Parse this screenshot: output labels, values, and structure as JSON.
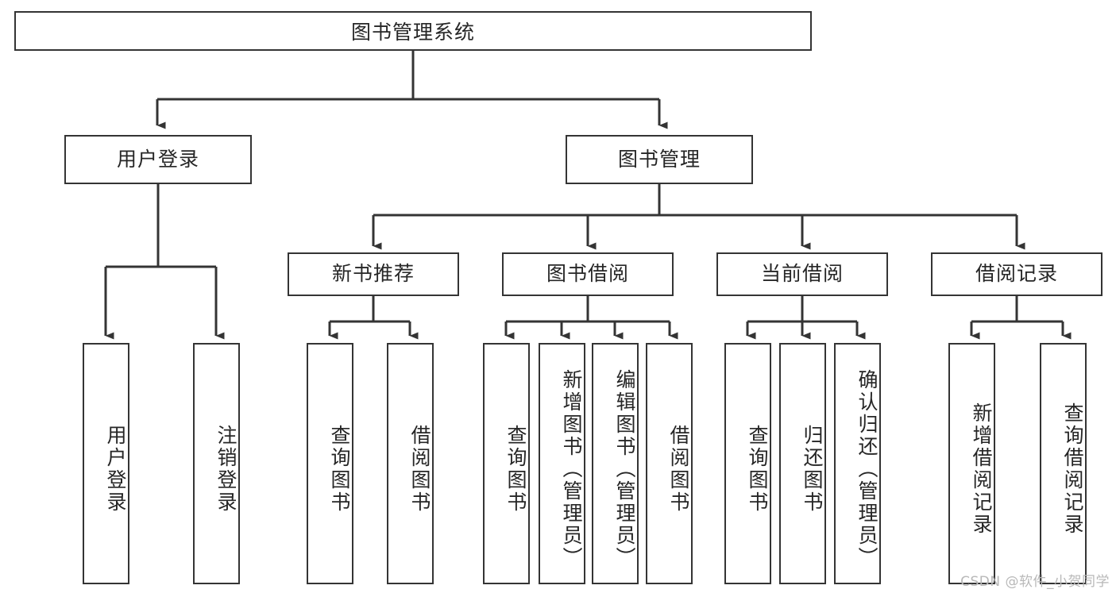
{
  "diagram": {
    "type": "tree",
    "title": "图书管理系统",
    "orientation": "top-down",
    "line_color": "#343434",
    "box_fill": "#ffffff",
    "text_color": "#262626"
  },
  "watermark": {
    "text": "CSDN @软件_小贺同学",
    "color": "#b8b8b8"
  },
  "nodes": {
    "root": {
      "label": "图书管理系统"
    },
    "level2": [
      {
        "label": "用户登录"
      },
      {
        "label": "图书管理"
      }
    ],
    "level3": [
      {
        "label": "新书推荐"
      },
      {
        "label": "图书借阅"
      },
      {
        "label": "当前借阅"
      },
      {
        "label": "借阅记录"
      }
    ],
    "leaves": {
      "user_login": [
        {
          "label": "用户登录"
        },
        {
          "label": "注销登录"
        }
      ],
      "new_book_recommend": [
        {
          "label": "查询图书"
        },
        {
          "label": "借阅图书"
        }
      ],
      "book_borrow": [
        {
          "label": "查询图书"
        },
        {
          "label": "新增图书（管理员）"
        },
        {
          "label": "编辑图书（管理员）"
        },
        {
          "label": "借阅图书"
        }
      ],
      "current_borrow": [
        {
          "label": "查询图书"
        },
        {
          "label": "归还图书"
        },
        {
          "label": "确认归还（管理员）"
        }
      ],
      "borrow_record": [
        {
          "label": "新增借阅记录"
        },
        {
          "label": "查询借阅记录"
        }
      ]
    }
  }
}
